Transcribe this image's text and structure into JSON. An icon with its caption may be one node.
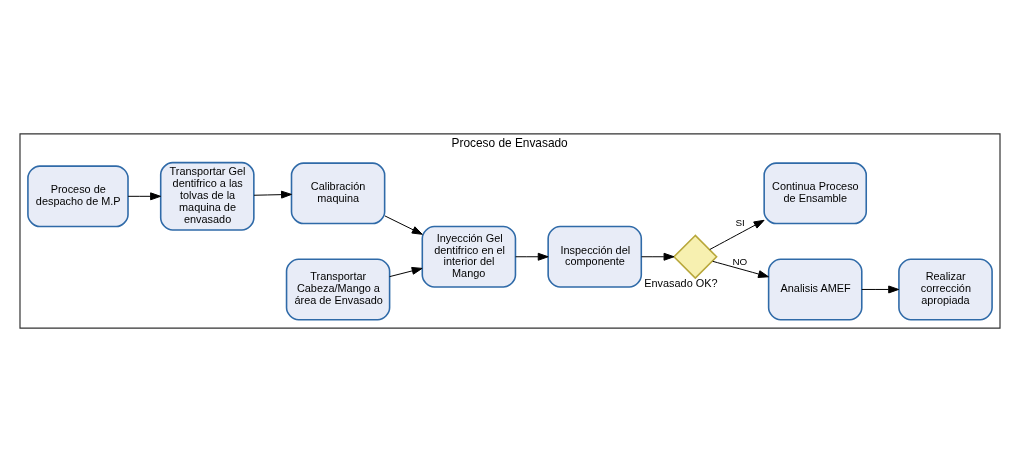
{
  "diagram": {
    "nodes": [
      {
        "text": [
          "Proceso de Envasado"
        ]
      },
      {
        "text": [
          "Proceso de despacho de M.P"
        ],
        "in": 0
      },
      {
        "text": [
          "Transportar Gel dentifrico a las tolvas de la maquina de envasado"
        ],
        "in": 0
      },
      {
        "text": [
          "Calibración maquina"
        ],
        "in": 0
      },
      {
        "text": [
          "Transportar Cabeza/Mango a área de Envasado"
        ],
        "in": 0
      },
      {
        "text": [
          "Inyección Gel dentifrico en el interior del Mango"
        ],
        "in": 0
      },
      {
        "text": [
          "Inspección del componente"
        ],
        "in": 0
      },
      {
        "text": [],
        "shape": "diamond",
        "beside": [
          "Envasado OK?"
        ],
        "in": 0
      },
      {
        "text": [
          "Analisis AMEF"
        ],
        "in": 0
      },
      {
        "text": [
          "Realizar corrección apropiada"
        ],
        "in": 0
      },
      {
        "text": [
          "Continua Proceso de Ensamble"
        ],
        "in": 0
      }
    ],
    "edges": [
      {
        "from": 1,
        "to": 2,
        "arrow": "to"
      },
      {
        "from": 2,
        "to": 3,
        "arrow": "to"
      },
      {
        "from": 3,
        "to": 5,
        "arrow": "to"
      },
      {
        "from": 4,
        "to": 5,
        "arrow": "to"
      },
      {
        "from": 5,
        "to": 6,
        "arrow": "to"
      },
      {
        "from": 6,
        "to": 7,
        "arrow": "to"
      },
      {
        "from": 7,
        "to": 8,
        "arrow": "to",
        "label": "NO"
      },
      {
        "from": 8,
        "to": 9,
        "arrow": "to"
      },
      {
        "from": 7,
        "to": 10,
        "arrow": "to",
        "label": "SI"
      }
    ]
  }
}
